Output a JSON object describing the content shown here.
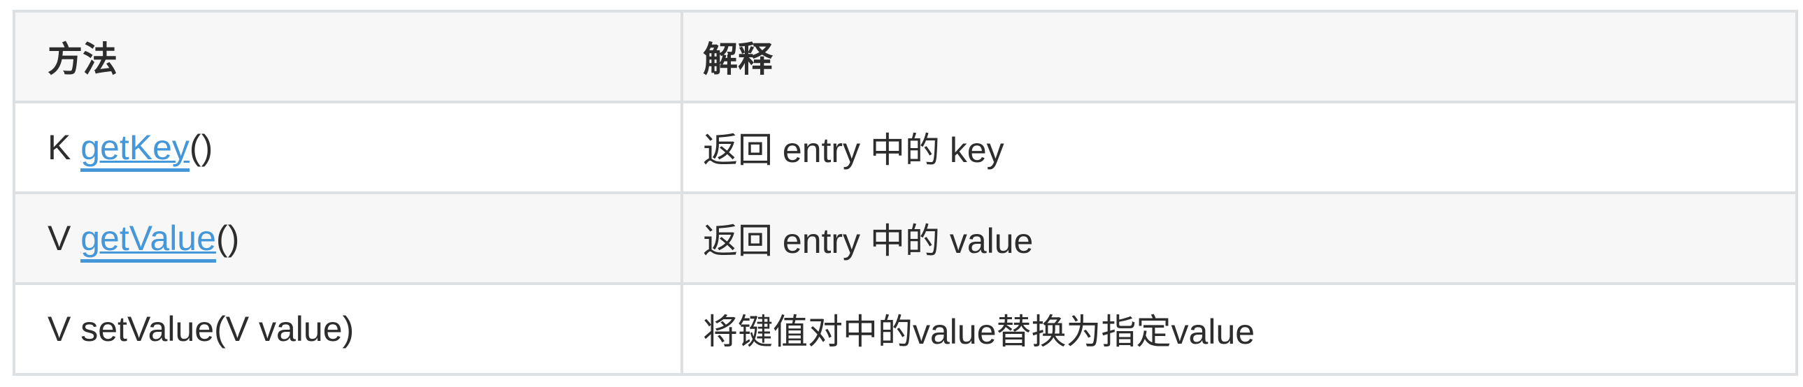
{
  "table": {
    "header": {
      "method": "方法",
      "explanation": "解释"
    },
    "rows": [
      {
        "prefix": "K ",
        "link": "getKey",
        "suffix": "()",
        "explanation": "返回 entry 中的 key"
      },
      {
        "prefix": "V ",
        "link": "getValue",
        "suffix": "()",
        "explanation": "返回 entry 中的 value"
      },
      {
        "prefix": "V setValue(V value)",
        "link": "",
        "suffix": "",
        "explanation": "将键值对中的value替换为指定value"
      }
    ],
    "colors": {
      "link": "#4497d9",
      "border": "#dde0e3",
      "header_bg": "#f7f7f8",
      "stripe_bg": "#f7f7f8",
      "text": "#2d2d2d",
      "page_bg": "#ffffff"
    }
  }
}
